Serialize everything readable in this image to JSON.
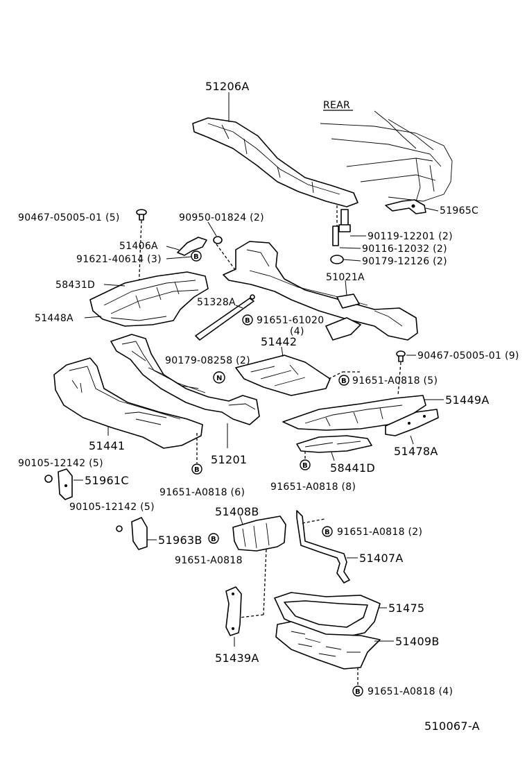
{
  "diagram": {
    "direction_label": "REAR",
    "figure_code": "510067-A",
    "badge_b": "B",
    "badge_n": "N",
    "labels": {
      "p51206A": "51206A",
      "p51965C": "51965C",
      "p90467a": "90467-05005-01 (5)",
      "p90950": "90950-01824 (2)",
      "p90119": "90119-12201 (2)",
      "p90116": "90116-12032 (2)",
      "p90179a": "90179-12126 (2)",
      "p51406A": "51406A",
      "p91621": "91621-40614 (3)",
      "p58431D": "58431D",
      "p51021A": "51021A",
      "p51328A": "51328A",
      "p51448A": "51448A",
      "p91651a": "91651-61020",
      "p91651a_qty": "(4)",
      "p51442": "51442",
      "p90179b": "90179-08258 (2)",
      "p90467b": "90467-05005-01 (9)",
      "p91651b": "91651-A0818 (5)",
      "p51449A": "51449A",
      "p51441": "51441",
      "p51201": "51201",
      "p51478A": "51478A",
      "p58441D": "58441D",
      "p90105a": "90105-12142 (5)",
      "p51961C": "51961C",
      "p91651c": "91651-A0818 (6)",
      "p91651d": "91651-A0818 (8)",
      "p90105b": "90105-12142 (5)",
      "p51408B": "51408B",
      "p91651e": "91651-A0818 (2)",
      "p51963B": "51963B",
      "p91651f": "91651-A0818",
      "p51407A": "51407A",
      "p51475": "51475",
      "p51409B": "51409B",
      "p51439A": "51439A",
      "p91651g": "91651-A0818 (4)"
    }
  }
}
